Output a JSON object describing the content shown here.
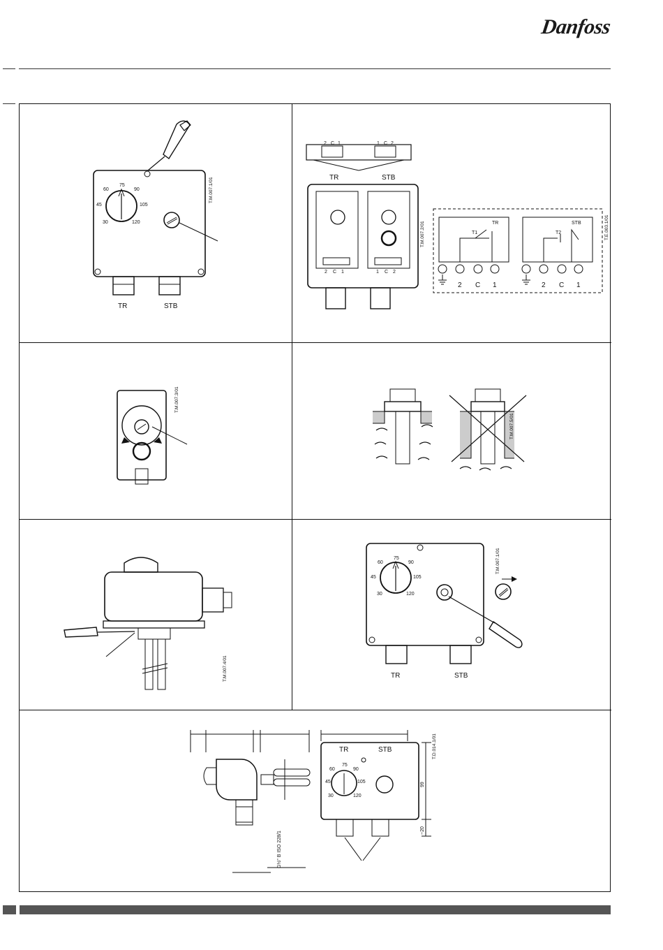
{
  "header": {
    "logo_text": "Danfoss"
  },
  "panel1": {
    "label_left": "TR",
    "label_right": "STB",
    "code": "T.M.007.1/01",
    "dial": [
      "30",
      "45",
      "60",
      "75",
      "90",
      "105",
      "120"
    ]
  },
  "panel2": {
    "label_left": "TR",
    "label_right": "STB",
    "code_device": "T.M.007.2/01",
    "code_wiring": "T.E.003.1/01",
    "top_terms_left": [
      "2",
      "C",
      "1"
    ],
    "top_terms_right": [
      "1",
      "C",
      "2"
    ],
    "bottom_terms_left": [
      "2",
      "C",
      "1"
    ],
    "bottom_terms_right": [
      "1",
      "C",
      "2"
    ],
    "wiring_left": {
      "title": "TR",
      "t_label": "T1",
      "terms": [
        "2",
        "C",
        "1"
      ]
    },
    "wiring_right": {
      "title": "STB",
      "t_label": "T2",
      "terms": [
        "2",
        "C",
        "1"
      ]
    }
  },
  "panel3": {
    "code": "T.M.007.3/01"
  },
  "panel4": {
    "code": "T.M.007.5/01"
  },
  "panel5": {
    "code": "T.M.007.4/01"
  },
  "panel6": {
    "label_left": "TR",
    "label_right": "STB",
    "code": "T.M.007.1/01",
    "dial": [
      "30",
      "45",
      "60",
      "75",
      "90",
      "105",
      "120"
    ]
  },
  "panel7": {
    "code": "T.D.014.1/01",
    "label_left": "TR",
    "label_right": "STB",
    "thread": "G½\" B ISO 228/1",
    "dim_height": "99",
    "dim_small": "~20",
    "dial": [
      "30",
      "45",
      "60",
      "75",
      "90",
      "105",
      "120"
    ]
  }
}
